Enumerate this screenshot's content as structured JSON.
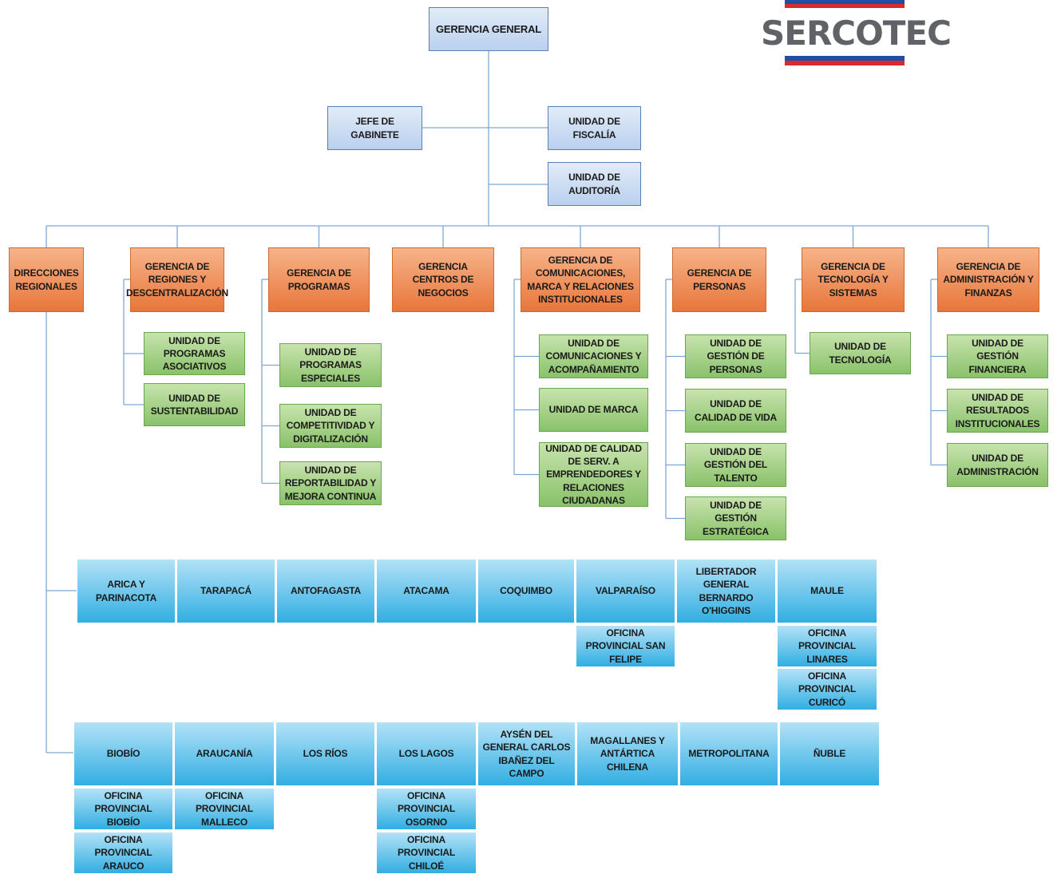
{
  "brand": {
    "name": "SERCOTEC",
    "colors": {
      "blue": "#1f4ea3",
      "red": "#d92b2b",
      "gray": "#5f6266"
    }
  },
  "colors": {
    "top_level": "#c9dbf2",
    "gerencia": "#ee8447",
    "unidad": "#9ccc7d",
    "region": "#4bb8e8",
    "line": "#7fa7d6"
  },
  "top": {
    "gerencia_general": "GERENCIA GENERAL",
    "jefe_gabinete": "JEFE DE GABINETE",
    "fiscalia": "UNIDAD DE FISCALÍA",
    "auditoria": "UNIDAD DE AUDITORÍA"
  },
  "gerencias": [
    {
      "label": "DIRECCIONES REGIONALES",
      "units": []
    },
    {
      "label": "GERENCIA DE REGIONES Y DESCENTRALIZACIÓN",
      "units": [
        "UNIDAD DE PROGRAMAS ASOCIATIVOS",
        "UNIDAD DE SUSTENTABILIDAD"
      ]
    },
    {
      "label": "GERENCIA DE PROGRAMAS",
      "units": [
        "UNIDAD DE PROGRAMAS ESPECIALES",
        "UNIDAD DE COMPETITIVIDAD Y DIGITALIZACIÓN",
        "UNIDAD DE REPORTABILIDAD Y MEJORA CONTINUA"
      ]
    },
    {
      "label": "GERENCIA CENTROS DE NEGOCIOS",
      "units": []
    },
    {
      "label": "GERENCIA DE COMUNICACIONES, MARCA Y RELACIONES INSTITUCIONALES",
      "units": [
        "UNIDAD DE COMUNICACIONES Y ACOMPAÑAMIENTO",
        "UNIDAD DE MARCA",
        "UNIDAD DE CALIDAD DE SERV. A EMPRENDEDORES Y RELACIONES CIUDADANAS"
      ]
    },
    {
      "label": "GERENCIA DE PERSONAS",
      "units": [
        "UNIDAD DE GESTIÓN DE PERSONAS",
        "UNIDAD DE CALIDAD DE VIDA",
        "UNIDAD DE GESTIÓN DEL TALENTO",
        "UNIDAD DE GESTIÓN ESTRATÉGICA"
      ]
    },
    {
      "label": "GERENCIA DE TECNOLOGÍA Y SISTEMAS",
      "units": [
        "UNIDAD DE TECNOLOGÍA"
      ]
    },
    {
      "label": "GERENCIA DE ADMINISTRACIÓN Y FINANZAS",
      "units": [
        "UNIDAD DE GESTIÓN FINANCIERA",
        "UNIDAD DE RESULTADOS INSTITUCIONALES",
        "UNIDAD DE ADMINISTRACIÓN"
      ]
    }
  ],
  "regions_row1": [
    {
      "label": "ARICA Y PARINACOTA",
      "offices": []
    },
    {
      "label": "TARAPACÁ",
      "offices": []
    },
    {
      "label": "ANTOFAGASTA",
      "offices": []
    },
    {
      "label": "ATACAMA",
      "offices": []
    },
    {
      "label": "COQUIMBO",
      "offices": []
    },
    {
      "label": "VALPARAÍSO",
      "offices": [
        "OFICINA PROVINCIAL SAN FELIPE"
      ]
    },
    {
      "label": "LIBERTADOR GENERAL BERNARDO O'HIGGINS",
      "offices": []
    },
    {
      "label": "MAULE",
      "offices": [
        "OFICINA PROVINCIAL LINARES",
        "OFICINA PROVINCIAL CURICÓ"
      ]
    }
  ],
  "regions_row2": [
    {
      "label": "BIOBÍO",
      "offices": [
        "OFICINA PROVINCIAL BIOBÍO",
        "OFICINA PROVINCIAL ARAUCO"
      ]
    },
    {
      "label": "ARAUCANÍA",
      "offices": [
        "OFICINA PROVINCIAL MALLECO"
      ]
    },
    {
      "label": "LOS RÍOS",
      "offices": []
    },
    {
      "label": "LOS LAGOS",
      "offices": [
        "OFICINA PROVINCIAL OSORNO",
        "OFICINA PROVINCIAL CHILOÉ"
      ]
    },
    {
      "label": "AYSÉN DEL GENERAL CARLOS IBAÑEZ DEL CAMPO",
      "offices": []
    },
    {
      "label": "MAGALLANES Y ANTÁRTICA CHILENA",
      "offices": []
    },
    {
      "label": "METROPOLITANA",
      "offices": []
    },
    {
      "label": "ÑUBLE",
      "offices": []
    }
  ]
}
